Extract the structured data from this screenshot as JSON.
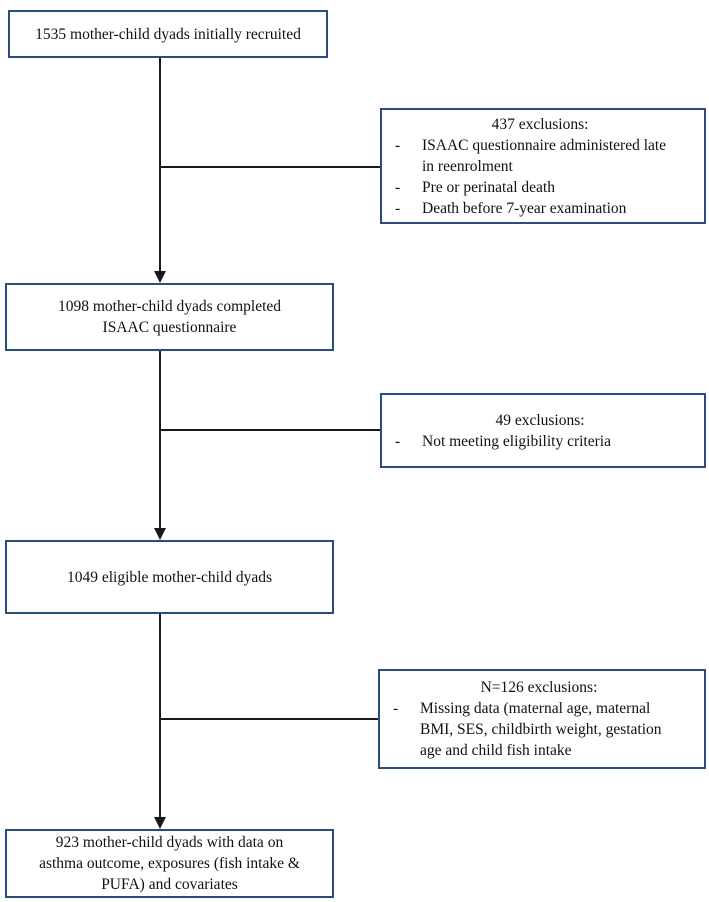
{
  "diagram": {
    "bullet_marker": "-",
    "colors": {
      "box_border": "#2b4d7e",
      "connector": "#1a1a1a",
      "text": "#111111",
      "background": "#ffffff"
    },
    "box1": {
      "text": "1535 mother-child dyads initially recruited"
    },
    "excl1": {
      "title": "437 exclusions:",
      "items": [
        "ISAAC questionnaire administered late\nin reenrolment",
        "Pre or perinatal death",
        "Death before 7-year examination"
      ]
    },
    "box2": {
      "text": "1098 mother-child dyads completed\nISAAC questionnaire"
    },
    "excl2": {
      "title": "49 exclusions:",
      "items": [
        "Not meeting eligibility criteria"
      ]
    },
    "box3": {
      "text": "1049 eligible mother-child dyads"
    },
    "excl3": {
      "title": "N=126 exclusions:",
      "items": [
        "Missing data (maternal age, maternal\nBMI, SES, childbirth weight, gestation\nage and child fish intake"
      ]
    },
    "box4": {
      "text": "923 mother-child dyads with data on\nasthma outcome, exposures (fish intake &\nPUFA) and covariates"
    }
  }
}
